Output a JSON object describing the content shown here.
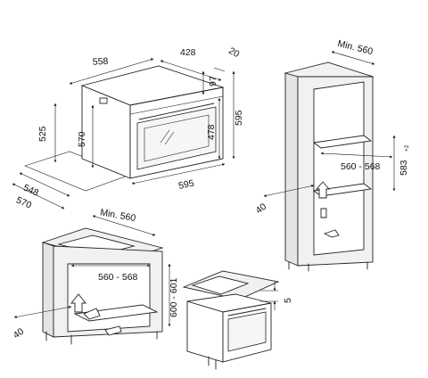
{
  "oven_dimensions": {
    "width": "558",
    "depth_body": "428",
    "front_panel": "20",
    "control_panel": "97",
    "height_total": "595",
    "height_door": "478",
    "height_body": "570",
    "height_left": "525",
    "width_front": "595",
    "base_depth": "548",
    "base_width": "570"
  },
  "column_cabinet": {
    "min_depth": "Min. 560",
    "niche_width": "560 - 568",
    "niche_height": "583",
    "niche_height_sup": "+2",
    "vent_gap": "40"
  },
  "undercounter_cabinet": {
    "min_depth": "Min. 560",
    "niche_width": "560 - 568",
    "niche_height": "600 - 601",
    "vent_gap": "40"
  },
  "detail": {
    "gap": "5"
  }
}
